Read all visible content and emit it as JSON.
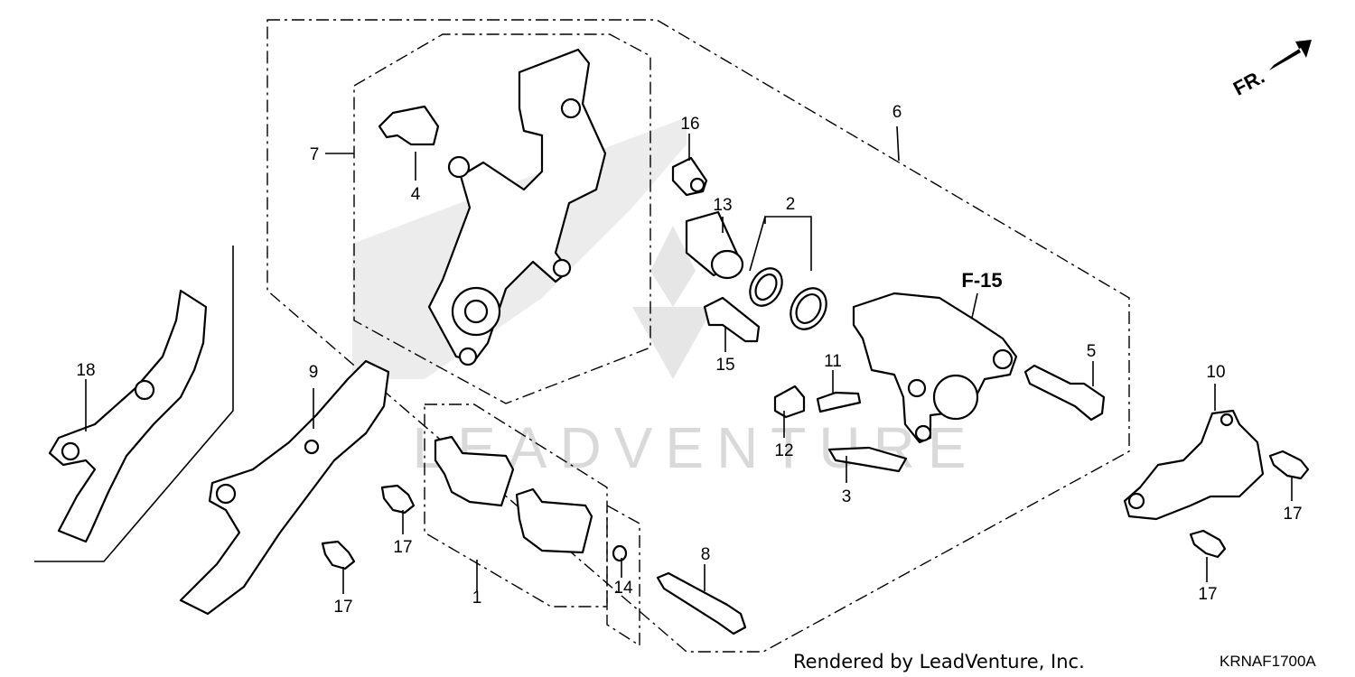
{
  "diagram": {
    "direction_label": "FR.",
    "reference_label": "F-15",
    "watermark": "LEADVENTURE",
    "footer_credit": "Rendered by LeadVenture, Inc.",
    "diagram_code": "KRNAF1700A",
    "callouts": [
      "1",
      "2",
      "3",
      "4",
      "5",
      "6",
      "7",
      "8",
      "9",
      "10",
      "11",
      "12",
      "13",
      "14",
      "15",
      "16",
      "17",
      "18"
    ],
    "part_icons": {
      "caliper_bracket": "caliper-bracket-icon",
      "caliper_body": "caliper-body-icon",
      "brake_pads": "brake-pad-icon",
      "disc_guard": "disc-guard-icon",
      "bolt": "flange-bolt-icon",
      "piston": "piston-icon",
      "seal": "seal-ring-icon"
    }
  }
}
